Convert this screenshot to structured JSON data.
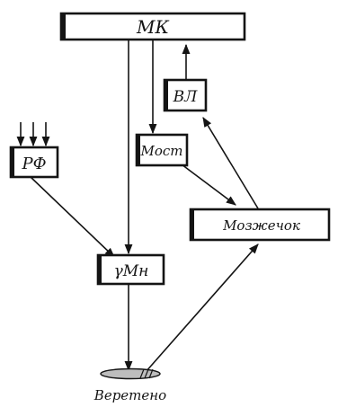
{
  "diagram": {
    "nodes": {
      "mk": "МК",
      "vl": "ВЛ",
      "most": "Мост",
      "rf": "РФ",
      "mozzhechok": "Мозжечок",
      "gamma_mn": "γМн",
      "vereteno": "Веретено"
    },
    "colors": {
      "ink": "#141414",
      "background": "#ffffff",
      "spindle_fill": "#bdbdbd"
    }
  }
}
